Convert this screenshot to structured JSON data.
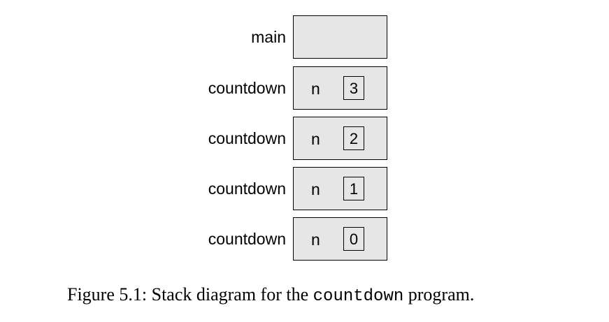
{
  "frames": [
    {
      "label": "main"
    },
    {
      "label": "countdown",
      "var": "n",
      "value": "3"
    },
    {
      "label": "countdown",
      "var": "n",
      "value": "2"
    },
    {
      "label": "countdown",
      "var": "n",
      "value": "1"
    },
    {
      "label": "countdown",
      "var": "n",
      "value": "0"
    }
  ],
  "caption": {
    "prefix": "Figure 5.1: Stack diagram for the ",
    "code": "countdown",
    "suffix": " program."
  },
  "colors": {
    "frame_fill": "#e6e6e6",
    "stroke": "#000000"
  }
}
